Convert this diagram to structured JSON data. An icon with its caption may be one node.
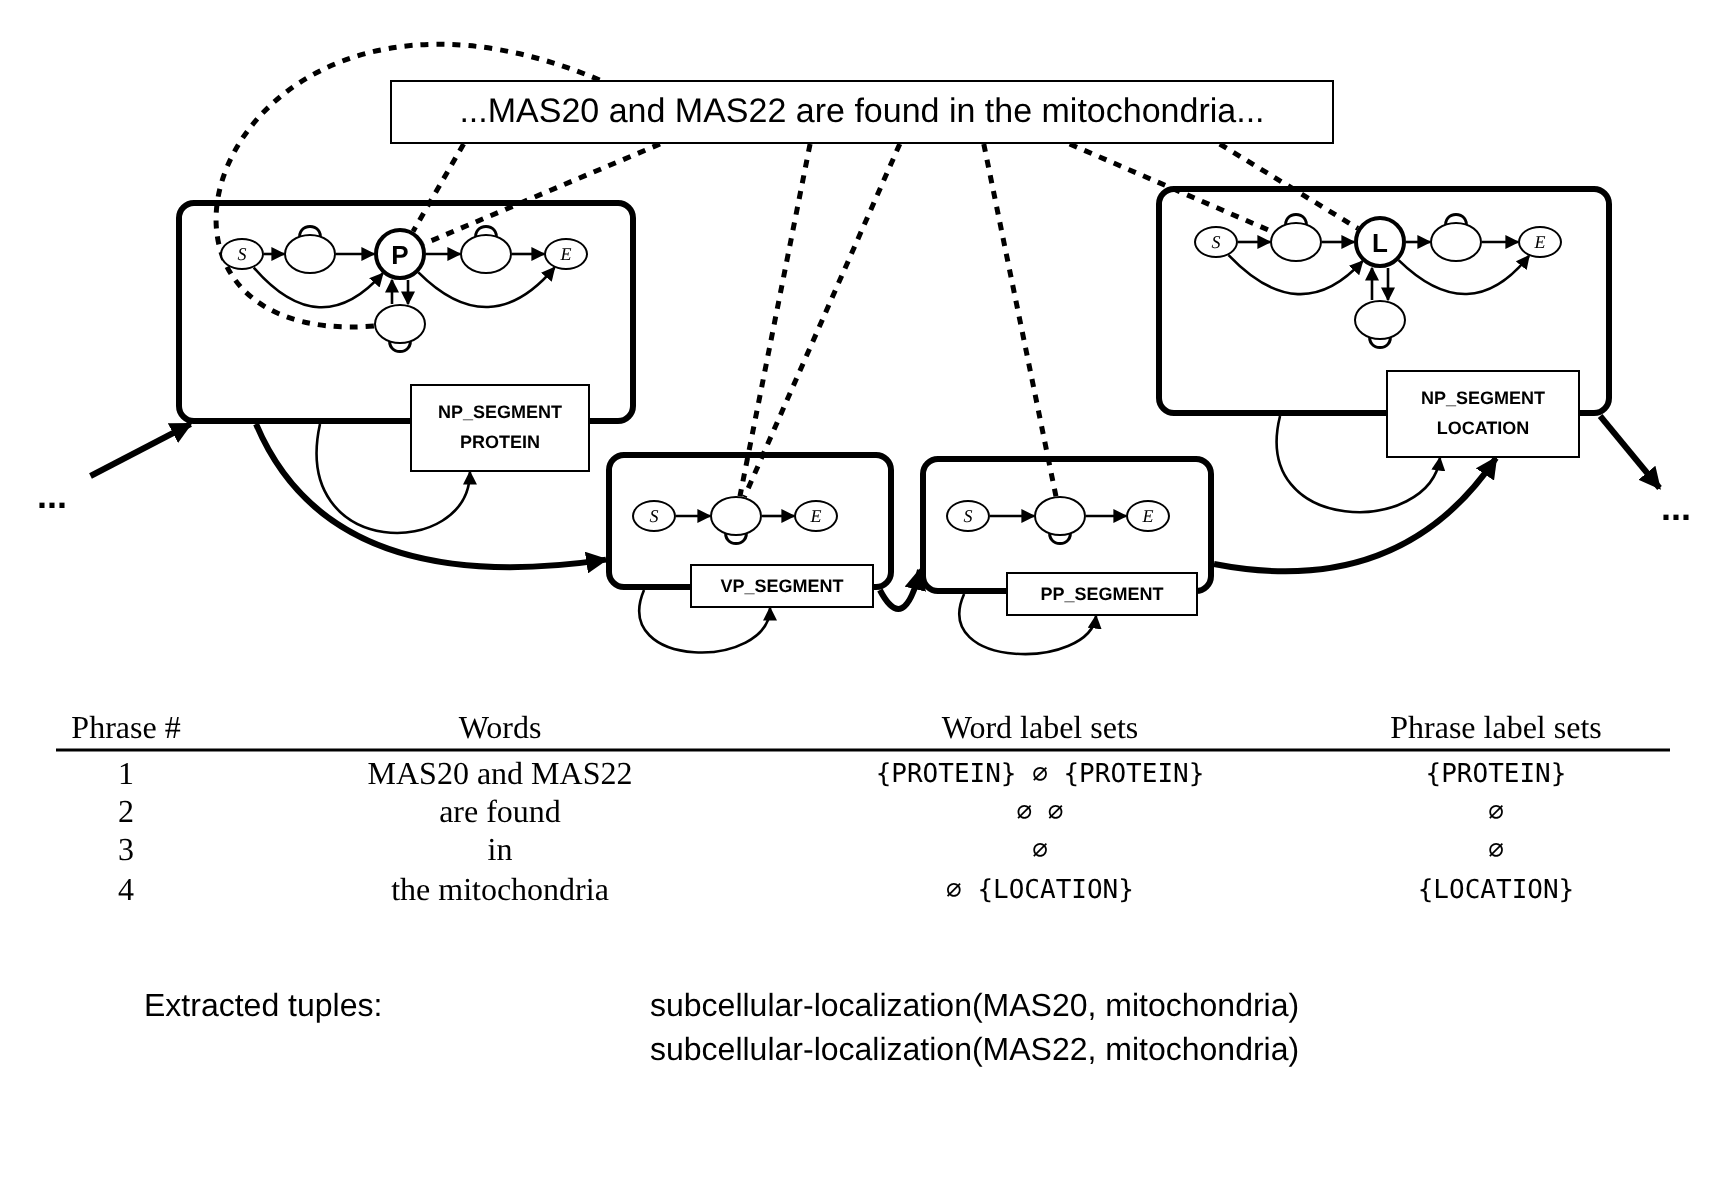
{
  "diagram": {
    "nodes": [
      {
        "text": [
          "...MAS20 and MAS22 are found in the mitochondria..."
        ]
      },
      {
        "text": [
          "..."
        ]
      },
      {
        "text": [],
        "shape": "box"
      },
      {
        "text": [
          "S"
        ],
        "in": 2
      },
      {
        "text": [],
        "shape": "circle",
        "in": 2
      },
      {
        "text": [
          "P"
        ],
        "in": 2
      },
      {
        "text": [],
        "shape": "circle",
        "in": 2
      },
      {
        "text": [
          "E"
        ],
        "in": 2
      },
      {
        "text": [],
        "shape": "circle",
        "in": 2
      },
      {
        "text": [
          "NP_SEGMENT",
          "PROTEIN"
        ]
      },
      {
        "text": [],
        "shape": "box"
      },
      {
        "text": [
          "S"
        ],
        "in": 10
      },
      {
        "text": [],
        "shape": "circle",
        "in": 10
      },
      {
        "text": [
          "E"
        ],
        "in": 10
      },
      {
        "text": [
          "VP_SEGMENT"
        ]
      },
      {
        "text": [],
        "shape": "box"
      },
      {
        "text": [
          "S"
        ],
        "in": 15
      },
      {
        "text": [],
        "shape": "circle",
        "in": 15
      },
      {
        "text": [
          "E"
        ],
        "in": 15
      },
      {
        "text": [
          "PP_SEGMENT"
        ]
      },
      {
        "text": [],
        "shape": "box"
      },
      {
        "text": [
          "S"
        ],
        "in": 20
      },
      {
        "text": [],
        "shape": "circle",
        "in": 20
      },
      {
        "text": [
          "L"
        ],
        "in": 20
      },
      {
        "text": [],
        "shape": "circle",
        "in": 20
      },
      {
        "text": [
          "E"
        ],
        "in": 20
      },
      {
        "text": [],
        "shape": "circle",
        "in": 20
      },
      {
        "text": [
          "NP_SEGMENT",
          "LOCATION"
        ]
      },
      {
        "text": [
          "..."
        ]
      }
    ],
    "edges": [
      {
        "from": 1,
        "to": 2,
        "arrow": "to",
        "style": "thick"
      },
      {
        "from": 2,
        "to": 10,
        "arrow": "to",
        "style": "thick"
      },
      {
        "from": 2,
        "to": 9,
        "arrow": "to"
      },
      {
        "from": 10,
        "to": 14,
        "arrow": "to"
      },
      {
        "from": 10,
        "to": 15,
        "arrow": "to",
        "style": "thick"
      },
      {
        "from": 15,
        "to": 19,
        "arrow": "to"
      },
      {
        "from": 15,
        "to": 27,
        "arrow": "to",
        "style": "thick"
      },
      {
        "from": 20,
        "to": 27,
        "arrow": "to"
      },
      {
        "from": 20,
        "to": 28,
        "arrow": "to",
        "style": "thick"
      },
      {
        "from": 3,
        "to": 4,
        "arrow": "to"
      },
      {
        "from": 4,
        "to": 5,
        "arrow": "to"
      },
      {
        "from": 5,
        "to": 6,
        "arrow": "to"
      },
      {
        "from": 6,
        "to": 7,
        "arrow": "to"
      },
      {
        "from": 3,
        "to": 5,
        "arrow": "to"
      },
      {
        "from": 5,
        "to": 7,
        "arrow": "to"
      },
      {
        "from": 8,
        "to": 5,
        "arrow": "to"
      },
      {
        "from": 5,
        "to": 8,
        "arrow": "to"
      },
      {
        "from": 11,
        "to": 12,
        "arrow": "to"
      },
      {
        "from": 12,
        "to": 13,
        "arrow": "to"
      },
      {
        "from": 16,
        "to": 17,
        "arrow": "to"
      },
      {
        "from": 17,
        "to": 18,
        "arrow": "to"
      },
      {
        "from": 21,
        "to": 22,
        "arrow": "to"
      },
      {
        "from": 22,
        "to": 23,
        "arrow": "to"
      },
      {
        "from": 23,
        "to": 24,
        "arrow": "to"
      },
      {
        "from": 24,
        "to": 25,
        "arrow": "to"
      },
      {
        "from": 21,
        "to": 23,
        "arrow": "to"
      },
      {
        "from": 23,
        "to": 25,
        "arrow": "to"
      },
      {
        "from": 26,
        "to": 23,
        "arrow": "to"
      },
      {
        "from": 23,
        "to": 26,
        "arrow": "to"
      },
      {
        "from": 0,
        "to": 8,
        "arrow": "none",
        "style": "dashed"
      },
      {
        "from": 0,
        "to": 5,
        "arrow": "none",
        "style": "dashed"
      },
      {
        "from": 0,
        "to": 5,
        "arrow": "none",
        "style": "dashed"
      },
      {
        "from": 0,
        "to": 12,
        "arrow": "none",
        "style": "dashed"
      },
      {
        "from": 0,
        "to": 12,
        "arrow": "none",
        "style": "dashed"
      },
      {
        "from": 0,
        "to": 17,
        "arrow": "none",
        "style": "dashed"
      },
      {
        "from": 0,
        "to": 22,
        "arrow": "none",
        "style": "dashed"
      },
      {
        "from": 0,
        "to": 23,
        "arrow": "none",
        "style": "dashed"
      }
    ],
    "labels": [
      "Phrase #",
      "Words",
      "Word label sets",
      "Phrase label sets",
      "1",
      "MAS20 and MAS22",
      "{PROTEIN} ∅ {PROTEIN}",
      "{PROTEIN}",
      "2",
      "are found",
      "∅ ∅",
      "∅",
      "3",
      "in",
      "∅",
      "∅",
      "4",
      "the mitochondria",
      "∅ {LOCATION}",
      "{LOCATION}",
      "Extracted tuples:",
      "subcellular-localization(MAS20, mitochondria)",
      "subcellular-localization(MAS22, mitochondria)"
    ]
  }
}
